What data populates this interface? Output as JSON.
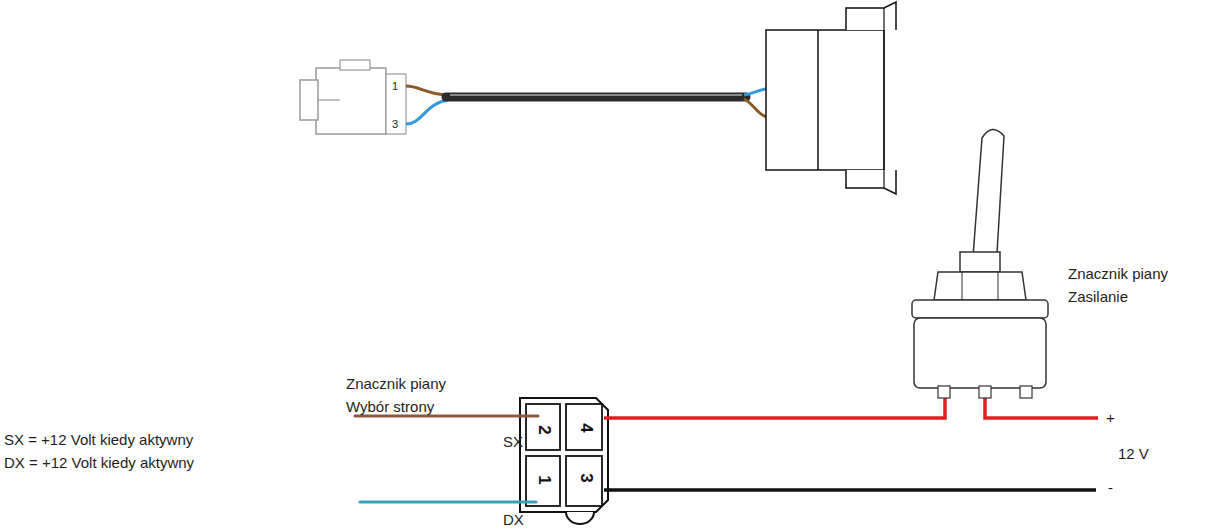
{
  "diagram": {
    "nodes": [
      {
        "text": [
          "1",
          "3"
        ]
      },
      {
        "text": [
          "2",
          "4",
          "1",
          "3"
        ]
      }
    ],
    "labels": [
      "Znacznik piany Wybór strony",
      "SX = +12 Volt kiedy aktywny",
      "DX = +12 Volt kiedy aktywny",
      "SX",
      "DX",
      "Znacznik piany Zasilanie",
      "+",
      "12 V",
      "-"
    ]
  }
}
